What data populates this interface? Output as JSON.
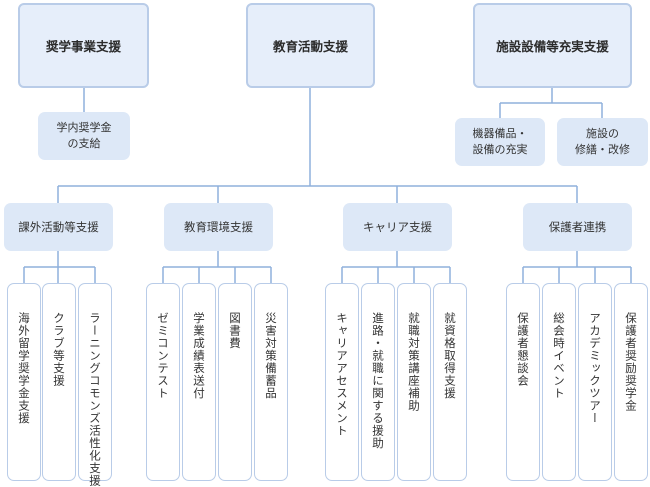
{
  "top_boxes": [
    {
      "label": "奨学事業支援"
    },
    {
      "label": "教育活動支援"
    },
    {
      "label": "施設設備等充実支援"
    }
  ],
  "scholarship_sub": {
    "label": "学内奨学金\nの支給"
  },
  "facility_subs": [
    {
      "label": "機器備品・\n設備の充実"
    },
    {
      "label": "施設の\n修繕・改修"
    }
  ],
  "categories": [
    {
      "label": "課外活動等支援",
      "items": [
        "海外留学奨学金支援",
        "クラブ等支援",
        "ラーニングコモンズ活性化支援"
      ]
    },
    {
      "label": "教育環境支援",
      "items": [
        "ゼミコンテスト",
        "学業成績表送付",
        "図書費",
        "災害対策備蓄品"
      ]
    },
    {
      "label": "キャリア支援",
      "items": [
        "キャリアアセスメント",
        "進路・就職に関する援助",
        "就職対策講座補助",
        "就資格取得支援"
      ]
    },
    {
      "label": "保護者連携",
      "items": [
        "保護者懇談会",
        "総会時イベント",
        "アカデミックツアー",
        "保護者奨励奨学金"
      ]
    }
  ],
  "colors": {
    "line": "#8fb0dc",
    "box_fill": "#dde8f7",
    "top_border": "#b9cce8"
  }
}
